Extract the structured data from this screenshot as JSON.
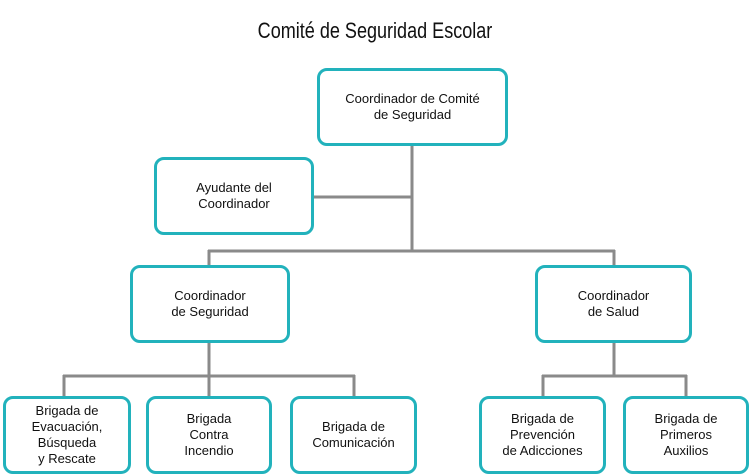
{
  "title": "Comité de Seguridad Escolar",
  "colors": {
    "border": "#22b2bc",
    "connector": "#8a8a8a"
  },
  "nodes": {
    "coordinador_comite": "Coordinador de Comité\nde Seguridad",
    "ayudante": "Ayudante del\nCoordinador",
    "coordinador_seguridad": "Coordinador\nde Seguridad",
    "coordinador_salud": "Coordinador\nde Salud",
    "brigada_evacuacion": "Brigada de\nEvacuación,\nBúsqueda\ny Rescate",
    "brigada_incendio": "Brigada\nContra\nIncendio",
    "brigada_comunicacion": "Brigada de\nComunicación",
    "brigada_adicciones": "Brigada de\nPrevención\nde Adicciones",
    "brigada_auxilios": "Brigada de\nPrimeros\nAuxilios"
  }
}
